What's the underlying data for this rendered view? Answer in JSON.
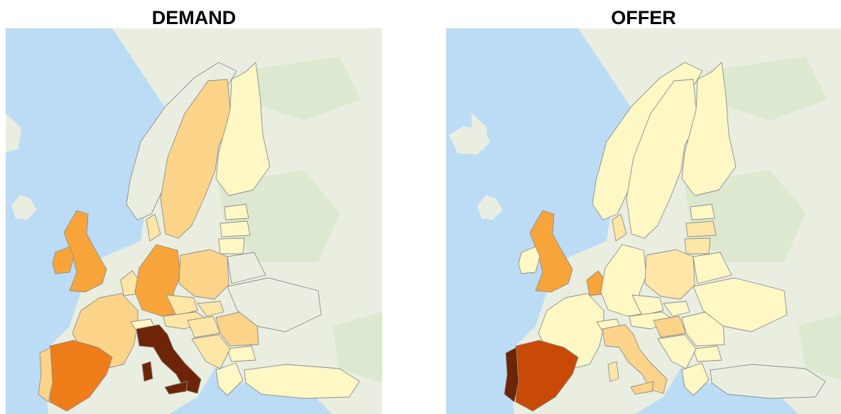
{
  "titles": {
    "left": "DEMAND",
    "right": "OFFER"
  },
  "colors": {
    "sea": "#bcdcf5",
    "land": "#e9eee0",
    "land_green": "#dce8cf",
    "scale": [
      "#fff7c4",
      "#fde6a6",
      "#fbd48a",
      "#f7a53a",
      "#ee7d1a",
      "#c84a06",
      "#6e2406"
    ]
  },
  "maps": [
    {
      "name": "demand",
      "levels": {
        "spain": 4,
        "portugal": 2,
        "france": 2,
        "uk": 3,
        "ireland": 3,
        "germany": 3,
        "poland": 2,
        "italy": 6,
        "sardinia": 6,
        "sicily": 6,
        "switzerland": 0,
        "austria": 1,
        "czech": 1,
        "benelux": 1,
        "slovakia": 1,
        "hungary": 1,
        "romania": 2,
        "bulgaria": 0,
        "balkans": 1,
        "greece": 0,
        "turkey": 0,
        "sweden": 2,
        "finland": 0,
        "norway": -1,
        "estonia": 0,
        "latvia": 0,
        "lithuania": 0,
        "denmark": 1,
        "ukraine": -1,
        "belarus": -1
      }
    },
    {
      "name": "offer",
      "levels": {
        "spain": 5,
        "portugal": 6,
        "france": 0,
        "uk": 3,
        "ireland": 0,
        "germany": 0,
        "poland": 1,
        "italy": 2,
        "sardinia": 1,
        "sicily": 2,
        "switzerland": 0,
        "austria": 0,
        "czech": 0,
        "benelux": 3,
        "slovakia": 0,
        "hungary": 2,
        "romania": 0,
        "bulgaria": 0,
        "balkans": 0,
        "greece": 0,
        "turkey": -1,
        "sweden": 0,
        "finland": 0,
        "norway": 0,
        "estonia": 0,
        "latvia": 1,
        "lithuania": 1,
        "denmark": 1,
        "ukraine": 0,
        "belarus": 0
      }
    }
  ]
}
